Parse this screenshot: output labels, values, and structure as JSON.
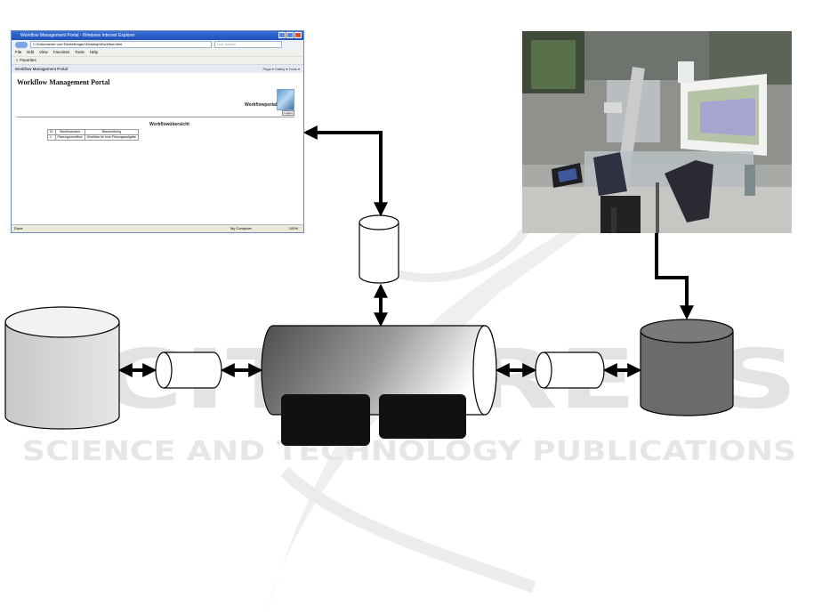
{
  "watermark": {
    "big": "SCITEPRESS",
    "small": "SCIENCE AND TECHNOLOGY PUBLICATIONS"
  },
  "browser": {
    "window_title": "Workflow Management Portal - Windows Internet Explorer",
    "address": "C:\\Dokumente und Einstellungen\\Desktop\\Workflow.html",
    "search_placeholder": "Live Search",
    "menu": [
      "File",
      "Edit",
      "View",
      "Favorites",
      "Tools",
      "Help"
    ],
    "favorites_label": "Favorites",
    "tab_label": "Workflow Management Portal",
    "toolbar_right": "Page ▾  Safety ▾  Tools ▾",
    "page_title": "Workflow Management Portal",
    "portal_label": "Workflowportal",
    "button_label": "Logout",
    "overview_heading": "Workflowübersicht",
    "table_headers": [
      "ID",
      "Workflowname",
      "Beschreibung"
    ],
    "table_rows": [
      [
        "1",
        "Planungsworkflow",
        "Workflow für eine Planungsaufgabe"
      ]
    ],
    "status_left": "Done",
    "status_mid": "My Computer",
    "status_right": "100%"
  },
  "colors": {
    "arrow": "#000000",
    "bus_dark": "#555555",
    "bus_light": "#ffffff",
    "db_left": "#d9d9d9",
    "db_right": "#6b6b6b",
    "blocks": "#111111",
    "watermark": "#e6e6e6"
  }
}
